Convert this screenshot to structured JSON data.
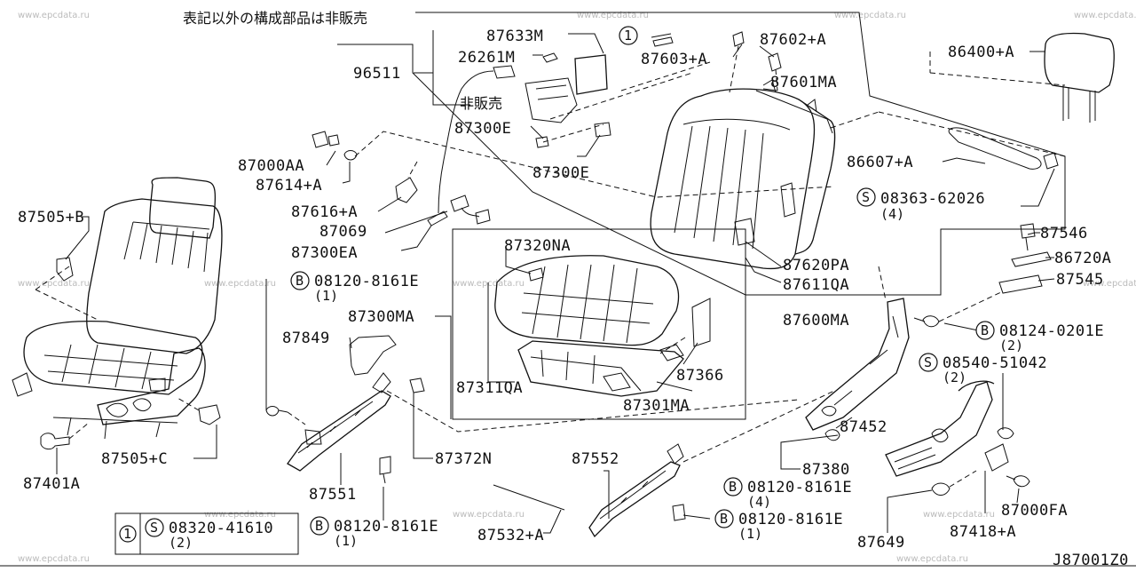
{
  "header_note": "表記以外の構成部品は非販売",
  "not_sold": "非販売",
  "drawing_code": "J87001Z0",
  "watermark": "www.epcdata.ru",
  "legend": {
    "ref": "1",
    "symbol": "S",
    "part": "08320-41610",
    "qty": "(2)"
  },
  "labels": {
    "p87633M": "87633M",
    "p26261M": "26261M",
    "p96511": "96511",
    "p87603A": "87603+A",
    "p87602A": "87602+A",
    "p86400A": "86400+A",
    "p87601MA": "87601MA",
    "p87300E_1": "87300E",
    "p87300E_2": "87300E",
    "p86607A": "86607+A",
    "p87000AA": "87000AA",
    "p87614A": "87614+A",
    "p87616A": "87616+A",
    "p87069": "87069",
    "p87300EA": "87300EA",
    "p87505B": "87505+B",
    "p87320NA": "87320NA",
    "p87620PA": "87620PA",
    "p87611QA": "87611QA",
    "p87600MA": "87600MA",
    "p87546": "87546",
    "p86720A": "86720A",
    "p87545": "87545",
    "p87300MA": "87300MA",
    "p87849": "87849",
    "p87311QA": "87311QA",
    "p87366": "87366",
    "p87301MA": "87301MA",
    "p87452": "87452",
    "p87505C": "87505+C",
    "p87401A": "87401A",
    "p87372N": "87372N",
    "p87551": "87551",
    "p87552": "87552",
    "p87380": "87380",
    "p87532A": "87532+A",
    "p87649": "87649",
    "p87418A": "87418+A",
    "p87000FA": "87000FA"
  },
  "fasteners": {
    "f1": {
      "symbol": "S",
      "part": "08363-62026",
      "qty": "(4)"
    },
    "f2": {
      "symbol": "B",
      "part": "08120-8161E",
      "qty": "(1)"
    },
    "f3": {
      "symbol": "B",
      "part": "08124-0201E",
      "qty": "(2)"
    },
    "f4": {
      "symbol": "S",
      "part": "08540-51042",
      "qty": "(2)"
    },
    "f5": {
      "symbol": "B",
      "part": "08120-8161E",
      "qty": "(4)"
    },
    "f6": {
      "symbol": "B",
      "part": "08120-8161E",
      "qty": "(1)"
    },
    "f7": {
      "symbol": "B",
      "part": "08120-8161E",
      "qty": "(1)"
    }
  },
  "ref_marker": "1"
}
